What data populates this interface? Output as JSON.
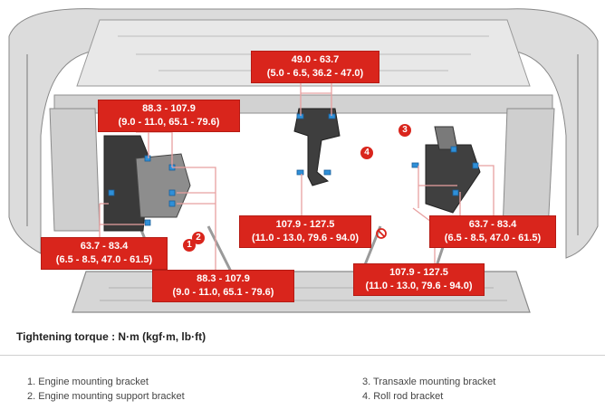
{
  "torques": {
    "top": {
      "line1": "49.0 - 63.7",
      "line2": "(5.0 - 6.5, 36.2 - 47.0)"
    },
    "upper_left": {
      "line1": "88.3 - 107.9",
      "line2": "(9.0 - 11.0, 65.1 - 79.6)"
    },
    "lower_left": {
      "line1": "63.7 - 83.4",
      "line2": "(6.5 - 8.5, 47.0 - 61.5)"
    },
    "bottom_left": {
      "line1": "88.3 - 107.9",
      "line2": "(9.0 - 11.0, 65.1 - 79.6)"
    },
    "center": {
      "line1": "107.9 - 127.5",
      "line2": "(11.0 - 13.0, 79.6 - 94.0)"
    },
    "right": {
      "line1": "63.7 - 83.4",
      "line2": "(6.5 - 8.5, 47.0 - 61.5)"
    },
    "bottom_right": {
      "line1": "107.9 - 127.5",
      "line2": "(11.0 - 13.0, 79.6 - 94.0)"
    }
  },
  "callouts": [
    "1",
    "2",
    "3",
    "4"
  ],
  "tightening_torque": "Tightening torque : N·m (kgf·m, lb·ft)",
  "legend": {
    "item1": "1. Engine mounting bracket",
    "item2": "2. Engine mounting support bracket",
    "item3": "3. Transaxle mounting bracket",
    "item4": "4. Roll rod bracket"
  },
  "colors": {
    "label_red": "#d9251c",
    "leader": "#e8a0a0",
    "bolt_blue": "#2f8fd8"
  },
  "icons": [
    "no-reuse-icon"
  ]
}
